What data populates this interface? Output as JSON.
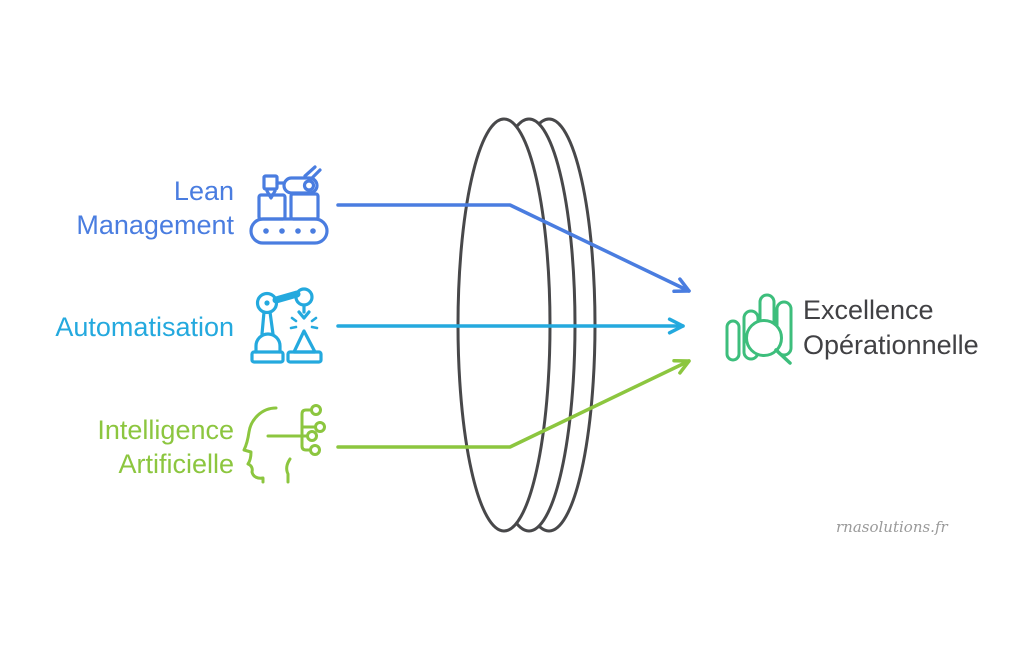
{
  "diagram": {
    "title_hint": "lean-automation-ai-funnel-to-operational-excellence",
    "inputs": [
      {
        "id": "lean-management",
        "label_line1": "Lean",
        "label_line2": "Management",
        "color": "#4a7de0",
        "icon": "conveyor-belt-icon"
      },
      {
        "id": "automatisation",
        "label": "Automatisation",
        "color": "#24a9de",
        "icon": "robot-arm-icon"
      },
      {
        "id": "intelligence-artificielle",
        "label_line1": "Intelligence",
        "label_line2": "Artificielle",
        "color": "#8cc63f",
        "icon": "ai-head-circuit-icon"
      }
    ],
    "output": {
      "id": "excellence-operationnelle",
      "label_line1": "Excellence",
      "label_line2": "Opérationnelle",
      "text_color": "#414144",
      "icon": "bar-chart-magnifier-icon",
      "icon_color": "#3dbe7c"
    },
    "lens": {
      "shape": "double-convex-lens",
      "stroke_color": "#48484a"
    },
    "watermark": "rnasolutions.fr"
  }
}
